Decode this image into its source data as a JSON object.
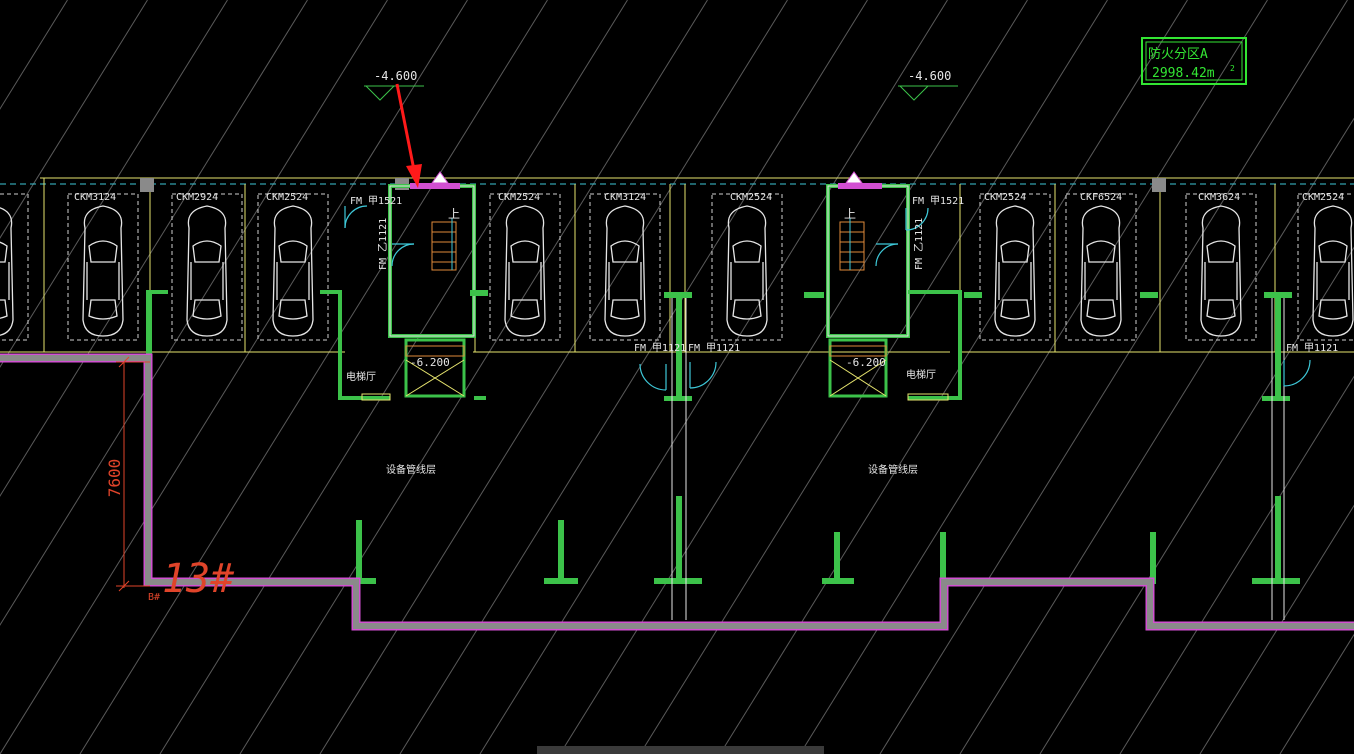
{
  "colors": {
    "background": "#000000",
    "hatch": "#5a5a5a",
    "wall_fill": "#8a8a8a",
    "wall_edge": "#d24fd2",
    "column_green": "#3cc24a",
    "yellow_line": "#e6e46e",
    "cyan_line": "#3ec8d8",
    "white_line": "#e6e6e6",
    "dimension_red": "#e0442a",
    "arrow_red": "#ff1a1a",
    "label_box": "#33e633"
  },
  "fire_zone": {
    "name": "防火分区A",
    "area": "2998.42m",
    "unit_sup": "2"
  },
  "elevations": [
    "-4.600",
    "-4.600"
  ],
  "landing_levels": [
    "-6.200",
    "-6.200"
  ],
  "parking_labels": [
    "CKM3124",
    "CKM2924",
    "CKM2524",
    "CKM2524",
    "CKM3124",
    "CKM2524",
    "CKM2524",
    "CKF6524",
    "CKM3624",
    "CKM2524"
  ],
  "door_labels": {
    "fm_jia_1521": "FM 甲1521",
    "fm_yi_1121": "FM 乙1121",
    "fm_jia_1121": "FM 甲1121"
  },
  "stair_up": "上",
  "elevator_hall": "电梯厅",
  "equipment_room": "设备管线层",
  "dimension": "7600",
  "grid_tag": "13#",
  "grid_sub": "B#"
}
